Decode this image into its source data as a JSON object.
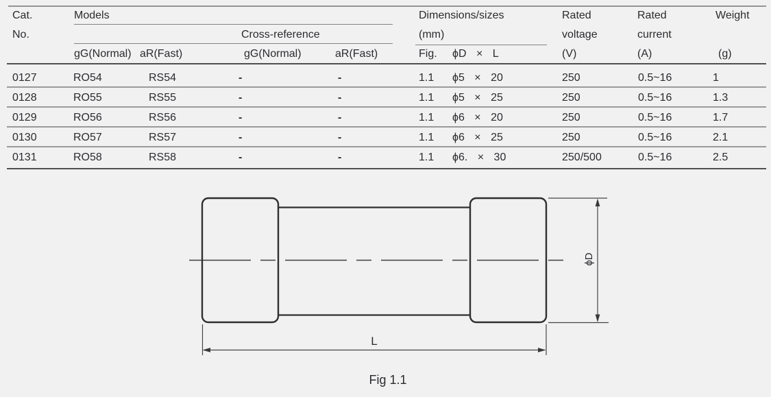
{
  "colors": {
    "background": "#f1f1f2",
    "text": "#2b2b2e",
    "rule_dark": "#4f4f4f",
    "rule_light": "#9a9a9a",
    "diagram_stroke": "#2f2f2f"
  },
  "table": {
    "header": {
      "cat_line1": "Cat.",
      "cat_line2": "No.",
      "models": "Models",
      "cross_reference": "Cross-reference",
      "sub_gg_models": "gG(Normal)",
      "sub_ar_models": "aR(Fast)",
      "sub_gg_cross": "gG(Normal)",
      "sub_ar_cross": "aR(Fast)",
      "dimensions_line1": "Dimensions/sizes",
      "dimensions_line2": "(mm)",
      "fig": "Fig.",
      "size": "ϕD × L",
      "voltage_line1": "Rated",
      "voltage_line2": "voltage",
      "voltage_line3": "(V)",
      "current_line1": "Rated",
      "current_line2": "current",
      "current_line3": "(A)",
      "weight_line1": "Weight",
      "weight_line3": "(g)"
    },
    "rows": [
      {
        "cat": "0127",
        "model_gg": "RO54",
        "model_ar": "RS54",
        "cross_gg": "-",
        "cross_ar": "-",
        "fig": "1.1",
        "size": "ϕ5 × 20",
        "voltage": "250",
        "current": "0.5~16",
        "weight": "1"
      },
      {
        "cat": "0128",
        "model_gg": "RO55",
        "model_ar": "RS55",
        "cross_gg": "-",
        "cross_ar": "-",
        "fig": "1.1",
        "size": "ϕ5 × 25",
        "voltage": "250",
        "current": "0.5~16",
        "weight": "1.3"
      },
      {
        "cat": "0129",
        "model_gg": "RO56",
        "model_ar": "RS56",
        "cross_gg": "-",
        "cross_ar": "-",
        "fig": "1.1",
        "size": "ϕ6 × 20",
        "voltage": "250",
        "current": "0.5~16",
        "weight": "1.7"
      },
      {
        "cat": "0130",
        "model_gg": "RO57",
        "model_ar": "RS57",
        "cross_gg": "-",
        "cross_ar": "-",
        "fig": "1.1",
        "size": "ϕ6 × 25",
        "voltage": "250",
        "current": "0.5~16",
        "weight": "2.1"
      },
      {
        "cat": "0131",
        "model_gg": "RO58",
        "model_ar": "RS58",
        "cross_gg": "-",
        "cross_ar": "-",
        "fig": "1.1",
        "size": "ϕ6. × 30",
        "voltage": "250/500",
        "current": "0.5~16",
        "weight": "2.5"
      }
    ]
  },
  "diagram": {
    "label_length": "L",
    "label_diameter": "ϕD",
    "caption": "Fig 1.1"
  }
}
